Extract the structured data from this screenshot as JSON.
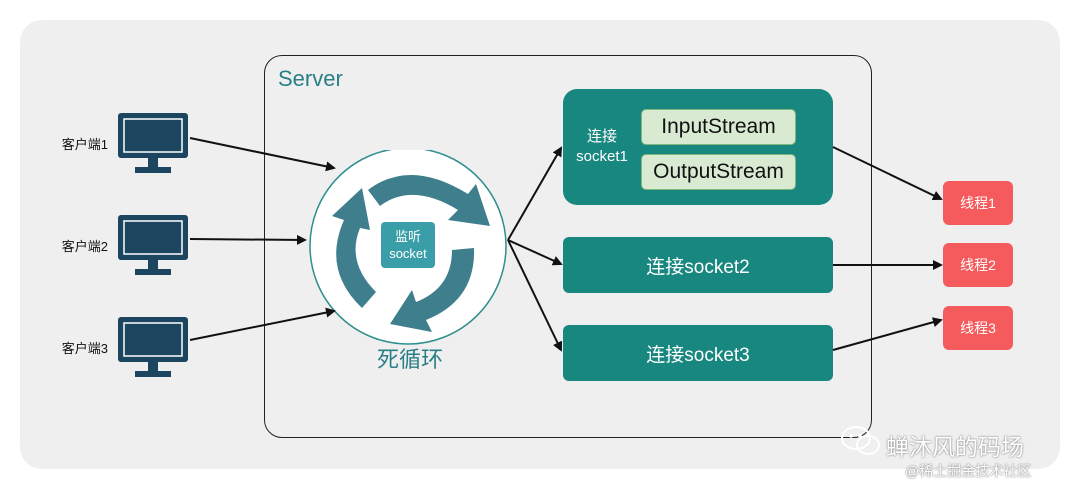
{
  "server": {
    "title": "Server"
  },
  "clients": [
    {
      "label": "客户端1"
    },
    {
      "label": "客户端2"
    },
    {
      "label": "客户端3"
    }
  ],
  "loop": {
    "center_line1": "监听",
    "center_line2": "socket",
    "label": "死循环"
  },
  "connections": {
    "first": {
      "label_line1": "连接",
      "label_line2": "socket1",
      "input": "InputStream",
      "output": "OutputStream"
    },
    "second": {
      "label": "连接socket2"
    },
    "third": {
      "label": "连接socket3"
    }
  },
  "threads": [
    {
      "label": "线程1"
    },
    {
      "label": "线程2"
    },
    {
      "label": "线程3"
    }
  ],
  "watermark": {
    "name": "蝉沐风的码场",
    "site": "@稀土掘金技术社区"
  },
  "colors": {
    "teal": "#18877f",
    "loop_teal": "#3f7f8d",
    "thread_red": "#f55a5c",
    "stream_green": "#d8ebd2",
    "monitor_navy": "#1c4660"
  }
}
